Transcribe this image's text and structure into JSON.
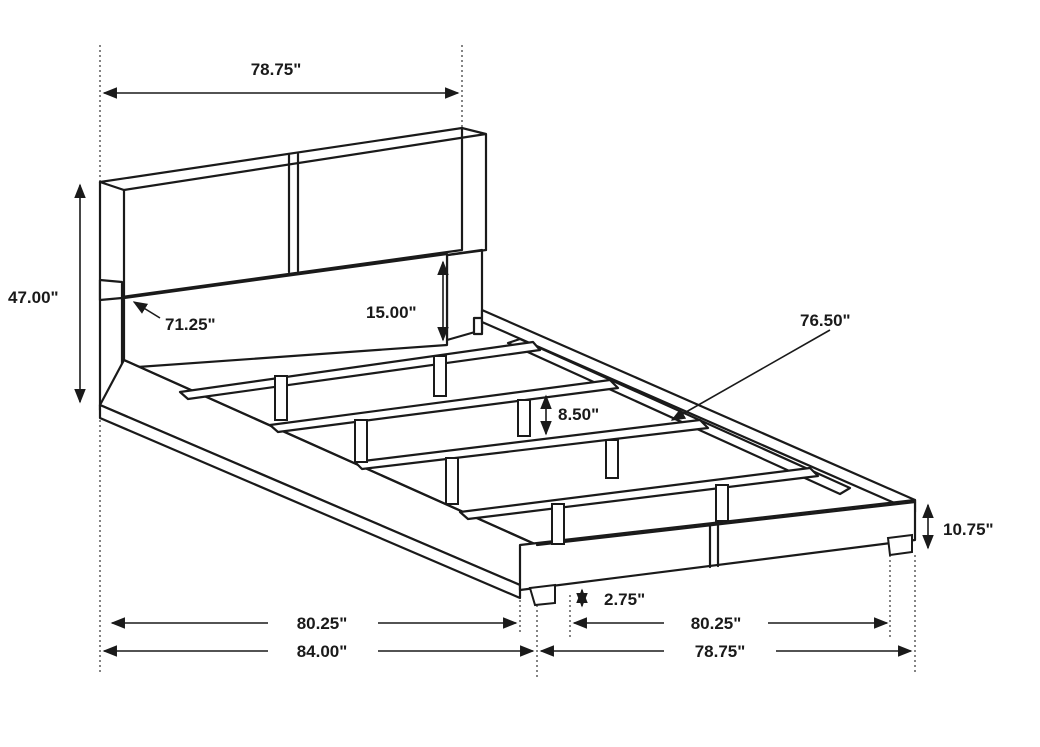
{
  "dimensions": {
    "headboard_width": "78.75\"",
    "overall_height": "47.00\"",
    "headboard_inner_width": "71.25\"",
    "headboard_panel_height": "15.00\"",
    "interior_length": "76.50\"",
    "slat_clearance": "8.50\"",
    "rail_height": "10.75\"",
    "leg_height": "2.75\"",
    "side_length_inner": "80.25\"",
    "overall_length": "84.00\"",
    "foot_length_inner": "80.25\"",
    "foot_width": "78.75\""
  }
}
